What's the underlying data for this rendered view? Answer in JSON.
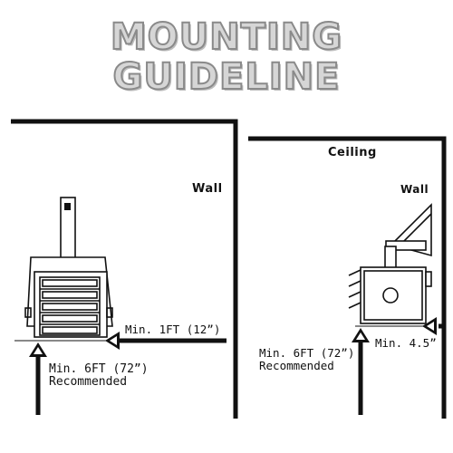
{
  "title": {
    "line1": "MOUNTING",
    "line2": "GUIDELINE"
  },
  "left_panel": {
    "wall_label": "Wall",
    "min_side_label": "Min. 1FT (12”)",
    "min_floor_line1": "Min. 6FT (72”)",
    "min_floor_line2": "Recommended"
  },
  "right_panel": {
    "ceiling_label": "Ceiling",
    "wall_label": "Wall",
    "min_floor_line1": "Min. 6FT (72”)",
    "min_floor_line2": "Recommended",
    "min_side_label": "Min. 4.5”"
  },
  "colors": {
    "ink": "#111111",
    "title_fill": "#d6d6d6",
    "title_outline": "#8a8a8a"
  }
}
